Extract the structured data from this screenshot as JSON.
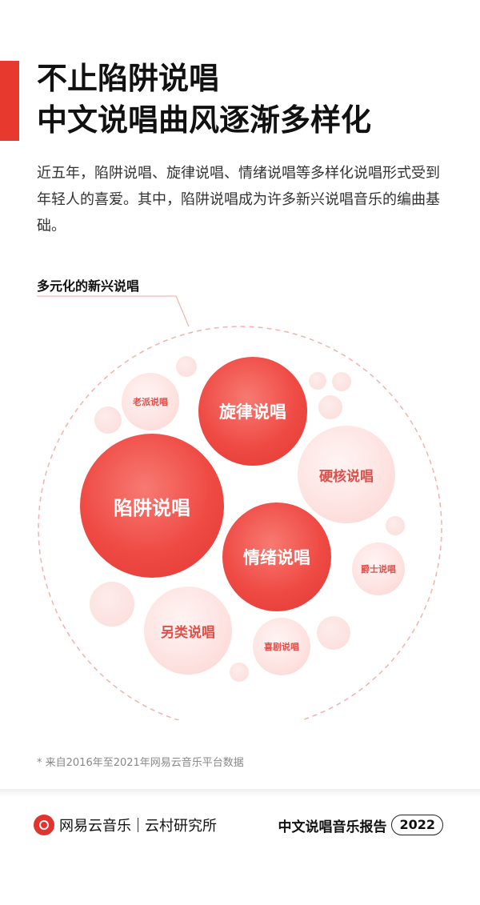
{
  "title_lines": [
    "不止陷阱说唱",
    "中文说唱曲风逐渐多样化"
  ],
  "intro": "近五年，陷阱说唱、旋律说唱、情绪说唱等多样化说唱形式受到年轻人的喜爱。其中，陷阱说唱成为许多新兴说唱音乐的编曲基础。",
  "section_label": "多元化的新兴说唱",
  "bubbles": {
    "trap": "陷阱说唱",
    "melodic": "旋律说唱",
    "emo": "情绪说唱",
    "hardcore": "硬核说唱",
    "alternative": "另类说唱",
    "oldschool": "老派说唱",
    "jazz": "爵士说唱",
    "comedy": "喜剧说唱"
  },
  "footnote": "* 来自2016年至2021年网易云音乐平台数据",
  "footer": {
    "brand": "网易云音乐",
    "sub_brand": "云村研究所",
    "report": "中文说唱音乐报告",
    "year": "2022"
  },
  "colors": {
    "accent": "#e8392f",
    "bubble_strong": "#ef4a44",
    "bubble_soft": "#fde2e0"
  }
}
